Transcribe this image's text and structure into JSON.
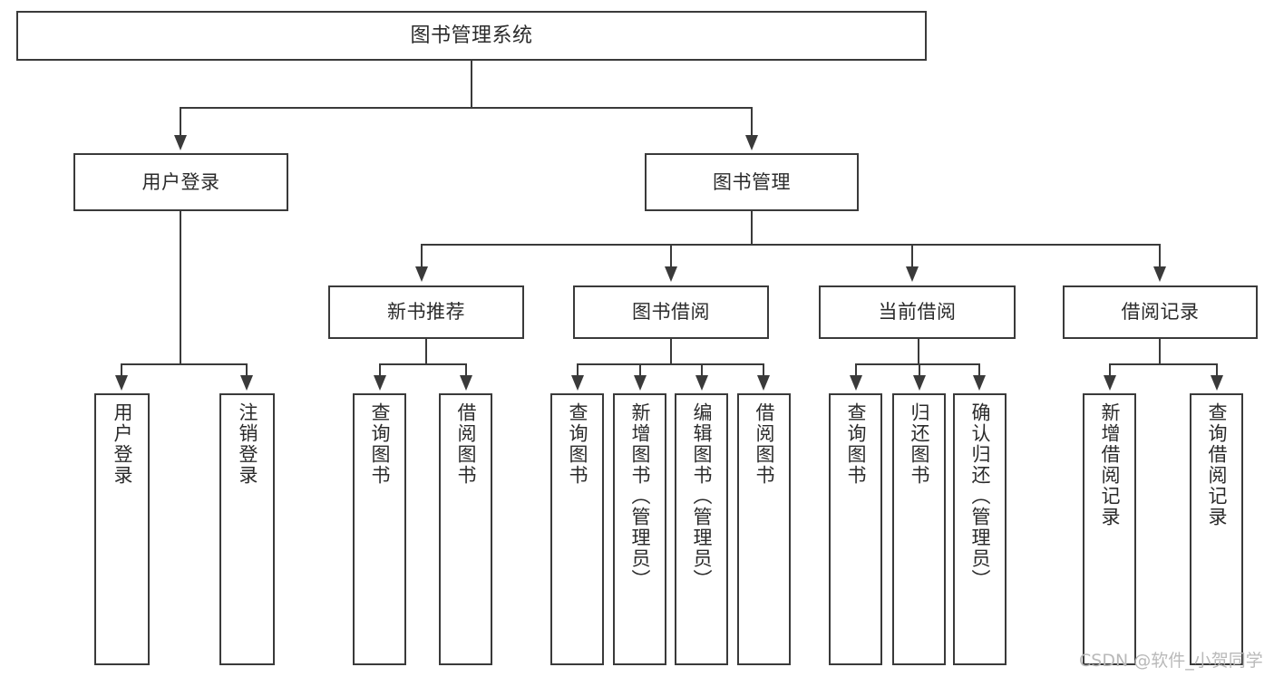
{
  "diagram": {
    "title": "图书管理系统",
    "type": "tree-hierarchy-diagram",
    "watermark": "CSDN @软件_小贺同学",
    "colors": {
      "stroke": "#3a3a3a",
      "fill": "#ffffff",
      "text": "#2b2b2b",
      "watermark": "#b9b9b9"
    },
    "levels": {
      "root": "图书管理系统",
      "level2": [
        "用户登录",
        "图书管理"
      ],
      "level3": [
        "新书推荐",
        "图书借阅",
        "当前借阅",
        "借阅记录"
      ]
    }
  },
  "nodes": {
    "root": {
      "label": "图书管理系统"
    },
    "user_login": {
      "label": "用户登录"
    },
    "book_manage": {
      "label": "图书管理"
    },
    "new_book_rec": {
      "label": "新书推荐"
    },
    "book_borrow": {
      "label": "图书借阅"
    },
    "current_borrow": {
      "label": "当前借阅"
    },
    "borrow_record": {
      "label": "借阅记录"
    }
  },
  "leaves": {
    "user_login": [
      {
        "label": "用户登录"
      },
      {
        "label": "注销登录"
      }
    ],
    "new_book_rec": [
      {
        "label": "查询图书"
      },
      {
        "label": "借阅图书"
      }
    ],
    "book_borrow": [
      {
        "label": "查询图书"
      },
      {
        "label": "新增图书（管理员）"
      },
      {
        "label": "编辑图书（管理员）"
      },
      {
        "label": "借阅图书"
      }
    ],
    "current_borrow": [
      {
        "label": "查询图书"
      },
      {
        "label": "归还图书"
      },
      {
        "label": "确认归还（管理员）"
      }
    ],
    "borrow_record": [
      {
        "label": "新增借阅记录"
      },
      {
        "label": "查询借阅记录"
      }
    ]
  }
}
